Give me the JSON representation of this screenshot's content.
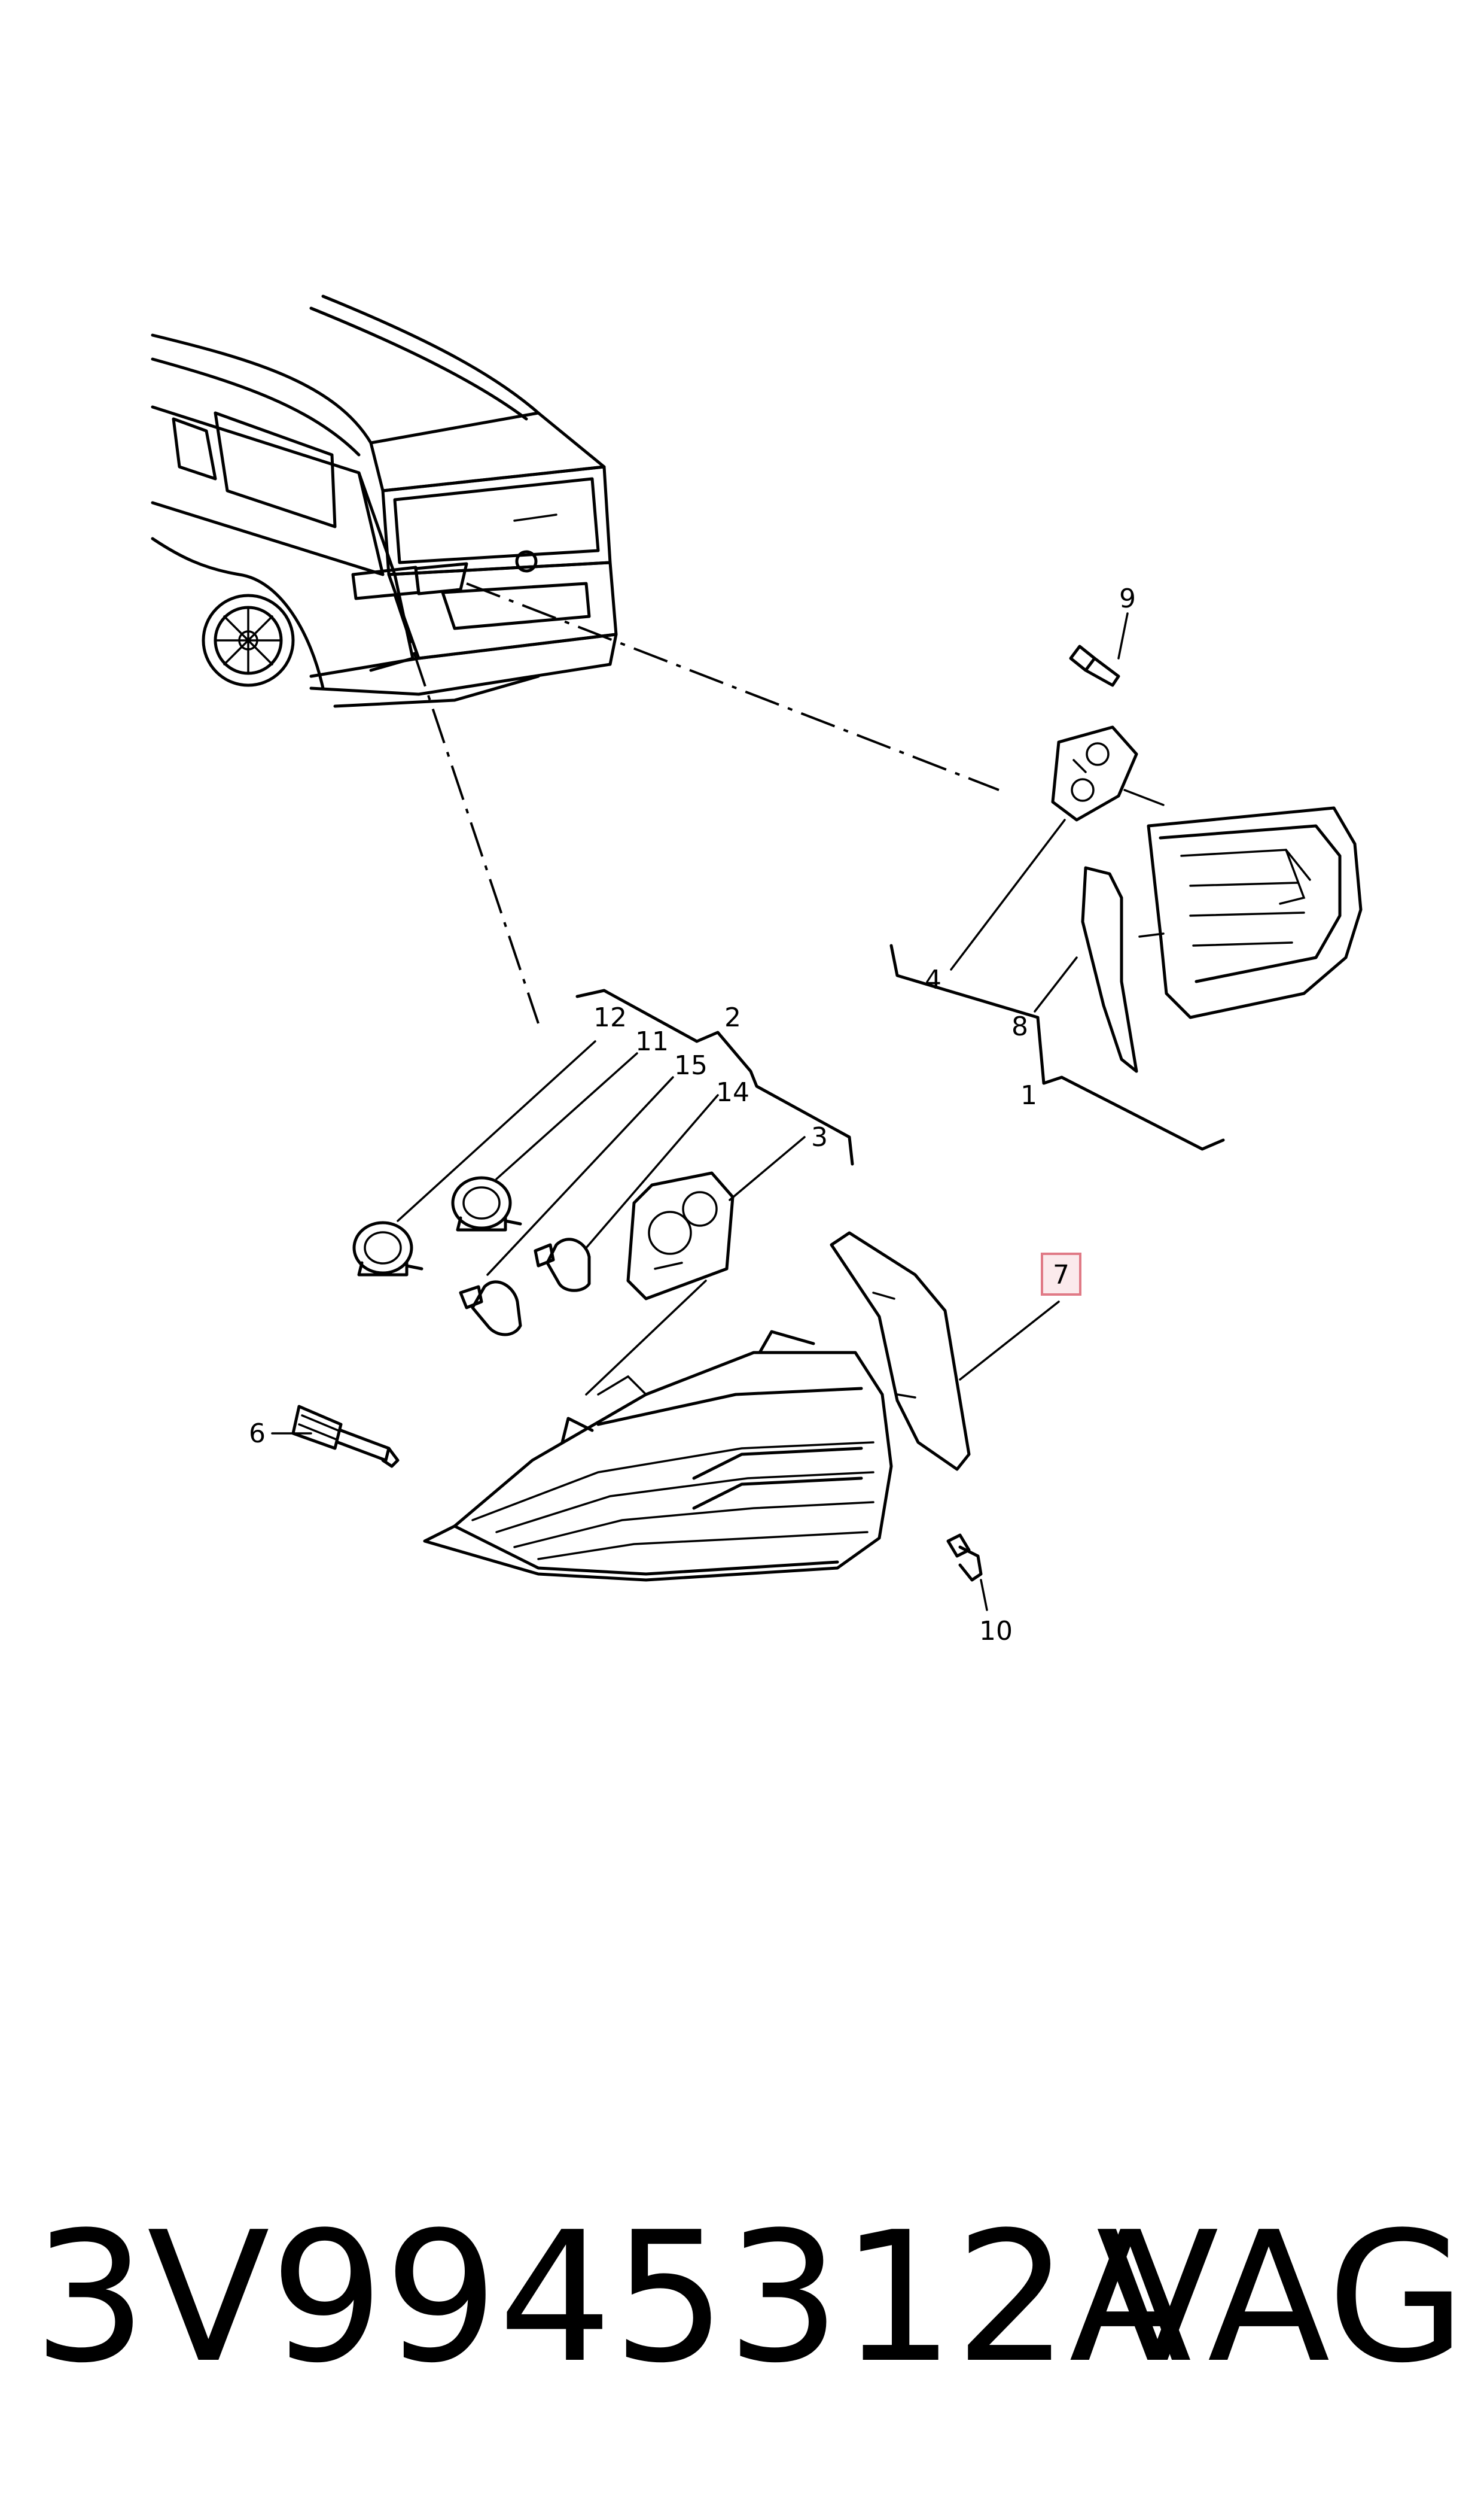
{
  "callouts": {
    "c1": "1",
    "c2": "2",
    "c3": "3",
    "c4": "4",
    "c6": "6",
    "c7": "7",
    "c8": "8",
    "c9": "9",
    "c10": "10",
    "c11": "11",
    "c12": "12",
    "c14": "14",
    "c15": "15"
  },
  "highlighted_callout": "7",
  "colors": {
    "highlight_border": "#e07a86",
    "highlight_fill": "#fbeaec",
    "line": "#000000"
  },
  "footer": {
    "part_number": "3V9945312A",
    "brand": "VAG"
  }
}
